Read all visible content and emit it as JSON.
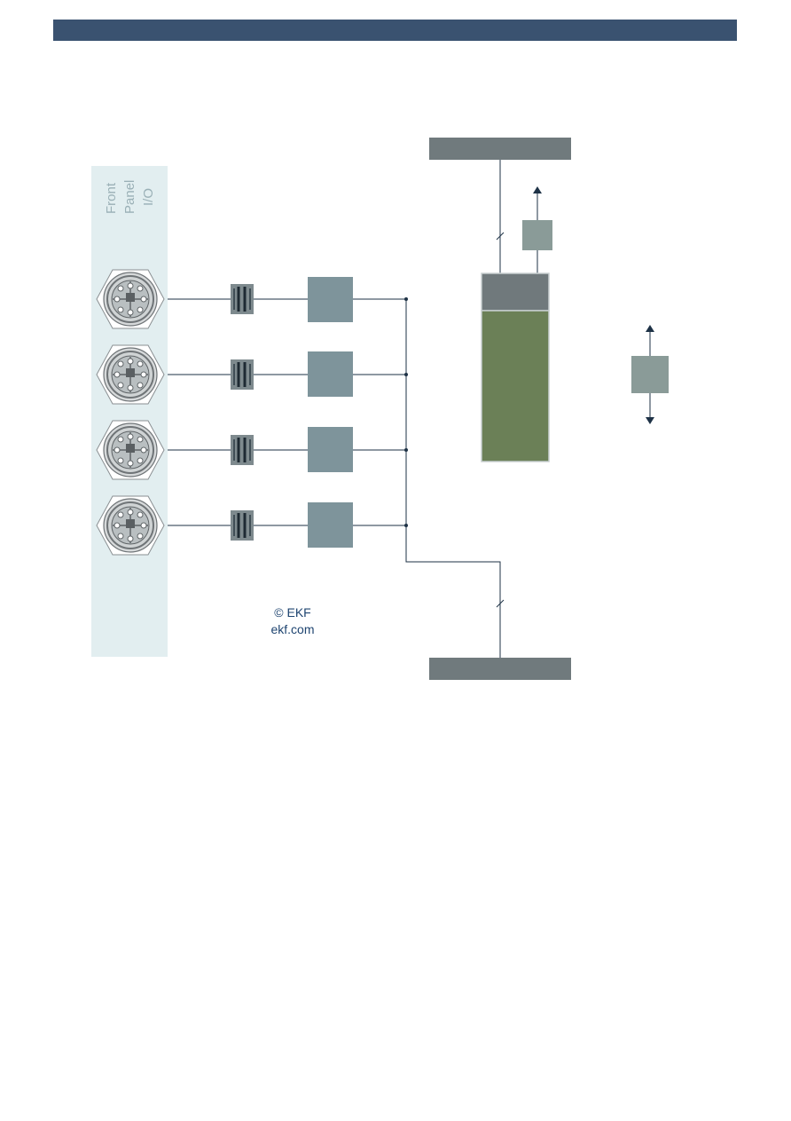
{
  "header": {
    "bar_color": "#3a5270"
  },
  "front_panel": {
    "label_lines": [
      "Front",
      "Panel",
      "I/O"
    ],
    "bg_color": "#e2eef0",
    "connector_count": 4
  },
  "colors": {
    "bus_bar": "#707a7d",
    "module_block": "#7e949b",
    "chip_head": "#70797c",
    "chip_body": "#6b8057",
    "small_block": "#8a9b98",
    "line": "#1e3246"
  },
  "copyright": {
    "line1": "© EKF",
    "line2": "ekf.com"
  }
}
